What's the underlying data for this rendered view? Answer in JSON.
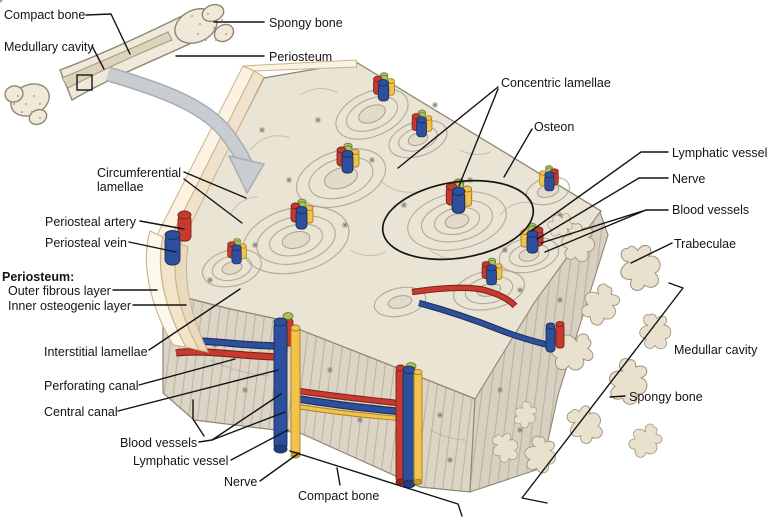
{
  "labels": {
    "inset": {
      "compact_bone": "Compact bone",
      "medullary_cavity": "Medullary cavity",
      "spongy_bone": "Spongy bone",
      "periosteum": "Periosteum"
    },
    "main": {
      "concentric_lamellae": "Concentric lamellae",
      "osteon": "Osteon",
      "lymphatic_vessel_right": "Lymphatic vessel",
      "nerve_right": "Nerve",
      "blood_vessels_right": "Blood vessels",
      "trabeculae": "Trabeculae",
      "circumferential_lamellae_line1": "Circumferential",
      "circumferential_lamellae_line2": "lamellae",
      "periosteal_artery": "Periosteal artery",
      "periosteal_vein": "Periosteal vein",
      "periosteum_heading": "Periosteum:",
      "outer_fibrous_layer": "Outer fibrous layer",
      "inner_osteogenic_layer": "Inner osteogenic layer",
      "interstitial_lamellae": "Interstitial lamellae",
      "perforating_canal": "Perforating canal",
      "central_canal": "Central canal",
      "blood_vessels_bottom": "Blood vessels",
      "lymphatic_vessel_bottom": "Lymphatic vessel",
      "nerve_bottom": "Nerve",
      "compact_bone_bottom": "Compact bone",
      "medullar_cavity": "Medullar cavity",
      "spongy_bone_bottom": "Spongy bone"
    }
  },
  "colors": {
    "artery_red": "#c8392e",
    "vein_blue": "#2d4f9e",
    "nerve_yellow": "#f2c24a",
    "lymphatic_green": "#a9c162",
    "bone_surface": "#eae4d5",
    "cut_face": "#dcd4c4",
    "periosteum_cream": "#f8edd9",
    "arrow_gray": "#c8cdd1",
    "leader_line": "#141414"
  }
}
